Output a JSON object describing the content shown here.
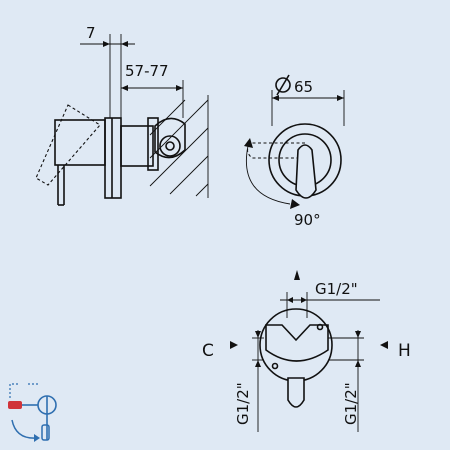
{
  "side_view": {
    "dim_top": "7",
    "dim_depth": "57-77"
  },
  "front_view": {
    "dim_diameter": "65",
    "rotation": "90°"
  },
  "connection_view": {
    "thread_top": "G1/2\"",
    "thread_left": "G1/2\"",
    "thread_right": "G1/2\"",
    "cold_label": "C",
    "hot_label": "H"
  },
  "colors": {
    "background": "#dfe9f4",
    "line": "#111111",
    "icon_accent": "#2f6fb0",
    "icon_red": "#d0343a"
  }
}
